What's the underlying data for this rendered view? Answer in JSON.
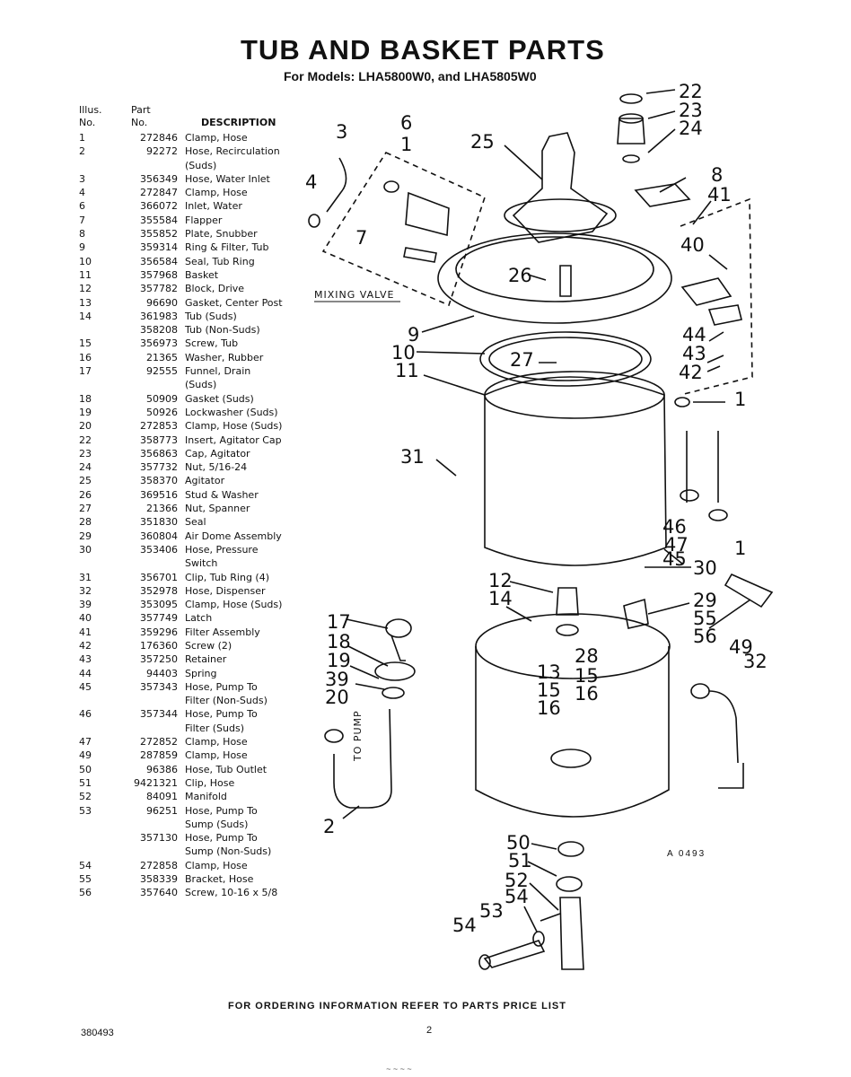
{
  "title": "TUB AND BASKET PARTS",
  "subtitle": "For Models: LHA5800W0, and LHA5805W0",
  "table": {
    "col_illus_line1": "Illus.",
    "col_illus_line2": "No.",
    "col_part_line1": "Part",
    "col_part_line2": "No.",
    "col_desc": "DESCRIPTION",
    "rows": [
      {
        "illus": "1",
        "part": "272846",
        "desc": "Clamp, Hose"
      },
      {
        "illus": "2",
        "part": "92272",
        "desc": "Hose, Recirculation"
      },
      {
        "illus": "",
        "part": "",
        "desc": "(Suds)"
      },
      {
        "illus": "3",
        "part": "356349",
        "desc": "Hose, Water Inlet"
      },
      {
        "illus": "4",
        "part": "272847",
        "desc": "Clamp, Hose"
      },
      {
        "illus": "6",
        "part": "366072",
        "desc": "Inlet, Water"
      },
      {
        "illus": "7",
        "part": "355584",
        "desc": "Flapper"
      },
      {
        "illus": "8",
        "part": "355852",
        "desc": "Plate, Snubber"
      },
      {
        "illus": "9",
        "part": "359314",
        "desc": "Ring & Filter, Tub"
      },
      {
        "illus": "10",
        "part": "356584",
        "desc": "Seal, Tub Ring"
      },
      {
        "illus": "11",
        "part": "357968",
        "desc": "Basket"
      },
      {
        "illus": "12",
        "part": "357782",
        "desc": "Block, Drive"
      },
      {
        "illus": "13",
        "part": "96690",
        "desc": "Gasket, Center Post"
      },
      {
        "illus": "14",
        "part": "361983",
        "desc": "Tub (Suds)"
      },
      {
        "illus": "",
        "part": "358208",
        "desc": "Tub (Non-Suds)"
      },
      {
        "illus": "15",
        "part": "356973",
        "desc": "Screw, Tub"
      },
      {
        "illus": "16",
        "part": "21365",
        "desc": "Washer, Rubber"
      },
      {
        "illus": "17",
        "part": "92555",
        "desc": "Funnel, Drain"
      },
      {
        "illus": "",
        "part": "",
        "desc": "(Suds)"
      },
      {
        "illus": "18",
        "part": "50909",
        "desc": "Gasket (Suds)"
      },
      {
        "illus": "19",
        "part": "50926",
        "desc": "Lockwasher (Suds)"
      },
      {
        "illus": "20",
        "part": "272853",
        "desc": "Clamp, Hose (Suds)"
      },
      {
        "illus": "22",
        "part": "358773",
        "desc": "Insert, Agitator Cap"
      },
      {
        "illus": "23",
        "part": "356863",
        "desc": "Cap, Agitator"
      },
      {
        "illus": "24",
        "part": "357732",
        "desc": "Nut, 5/16-24"
      },
      {
        "illus": "25",
        "part": "358370",
        "desc": "Agitator"
      },
      {
        "illus": "26",
        "part": "369516",
        "desc": "Stud & Washer"
      },
      {
        "illus": "27",
        "part": "21366",
        "desc": "Nut, Spanner"
      },
      {
        "illus": "28",
        "part": "351830",
        "desc": "Seal"
      },
      {
        "illus": "29",
        "part": "360804",
        "desc": "Air Dome Assembly"
      },
      {
        "illus": "30",
        "part": "353406",
        "desc": "Hose, Pressure"
      },
      {
        "illus": "",
        "part": "",
        "desc": "Switch"
      },
      {
        "illus": "31",
        "part": "356701",
        "desc": "Clip, Tub Ring (4)"
      },
      {
        "illus": "32",
        "part": "352978",
        "desc": "Hose, Dispenser"
      },
      {
        "illus": "39",
        "part": "353095",
        "desc": "Clamp, Hose (Suds)"
      },
      {
        "illus": "40",
        "part": "357749",
        "desc": "Latch"
      },
      {
        "illus": "41",
        "part": "359296",
        "desc": "Filter Assembly"
      },
      {
        "illus": "42",
        "part": "176360",
        "desc": "Screw (2)"
      },
      {
        "illus": "43",
        "part": "357250",
        "desc": "Retainer"
      },
      {
        "illus": "44",
        "part": "94403",
        "desc": "Spring"
      },
      {
        "illus": "45",
        "part": "357343",
        "desc": "Hose, Pump To"
      },
      {
        "illus": "",
        "part": "",
        "desc": "Filter (Non-Suds)"
      },
      {
        "illus": "46",
        "part": "357344",
        "desc": "Hose, Pump To"
      },
      {
        "illus": "",
        "part": "",
        "desc": "Filter (Suds)"
      },
      {
        "illus": "47",
        "part": "272852",
        "desc": "Clamp, Hose"
      },
      {
        "illus": "49",
        "part": "287859",
        "desc": "Clamp, Hose"
      },
      {
        "illus": "50",
        "part": "96386",
        "desc": "Hose, Tub Outlet"
      },
      {
        "illus": "51",
        "part": "9421321",
        "desc": "Clip, Hose"
      },
      {
        "illus": "52",
        "part": "84091",
        "desc": "Manifold"
      },
      {
        "illus": "53",
        "part": "96251",
        "desc": "Hose, Pump To"
      },
      {
        "illus": "",
        "part": "",
        "desc": "Sump (Suds)"
      },
      {
        "illus": "",
        "part": "357130",
        "desc": "Hose, Pump To"
      },
      {
        "illus": "",
        "part": "",
        "desc": "Sump (Non-Suds)"
      },
      {
        "illus": "54",
        "part": "272858",
        "desc": "Clamp, Hose"
      },
      {
        "illus": "55",
        "part": "358339",
        "desc": "Bracket, Hose"
      },
      {
        "illus": "56",
        "part": "357640",
        "desc": "Screw, 10-16 x 5/8"
      }
    ]
  },
  "diagram": {
    "mixing_valve_label": "MIXING VALVE",
    "to_pump_label": "TO PUMP",
    "art_code": "A 0493",
    "callouts": {
      "c22": "22",
      "c23": "23",
      "c24": "24",
      "c25": "25",
      "c8": "8",
      "c41": "41",
      "c40": "40",
      "c26": "26",
      "c44": "44",
      "c43": "43",
      "c42": "42",
      "c9": "9",
      "c10": "10",
      "c11": "11",
      "c27": "27",
      "c1a": "1",
      "c1b": "1",
      "c3": "3",
      "c6": "6",
      "c1c": "1",
      "c4": "4",
      "c7": "7",
      "c31": "31",
      "c46": "46",
      "c47": "47",
      "c45": "45",
      "c30": "30",
      "c12": "12",
      "c14": "14",
      "c29": "29",
      "c55": "55",
      "c56": "56",
      "c17": "17",
      "c18": "18",
      "c19": "19",
      "c39": "39",
      "c20": "20",
      "c28": "28",
      "c13": "13",
      "c15a": "15",
      "c15b": "15",
      "c16a": "16",
      "c16b": "16",
      "c49": "49",
      "c32": "32",
      "c2": "2",
      "c50": "50",
      "c51": "51",
      "c52": "52",
      "c54a": "54",
      "c53": "53",
      "c54b": "54"
    }
  },
  "footer": "FOR ORDERING INFORMATION REFER TO PARTS PRICE LIST",
  "doc_number": "380493",
  "page_number": "2",
  "bottom_mark": "~ ~ ~ ~"
}
